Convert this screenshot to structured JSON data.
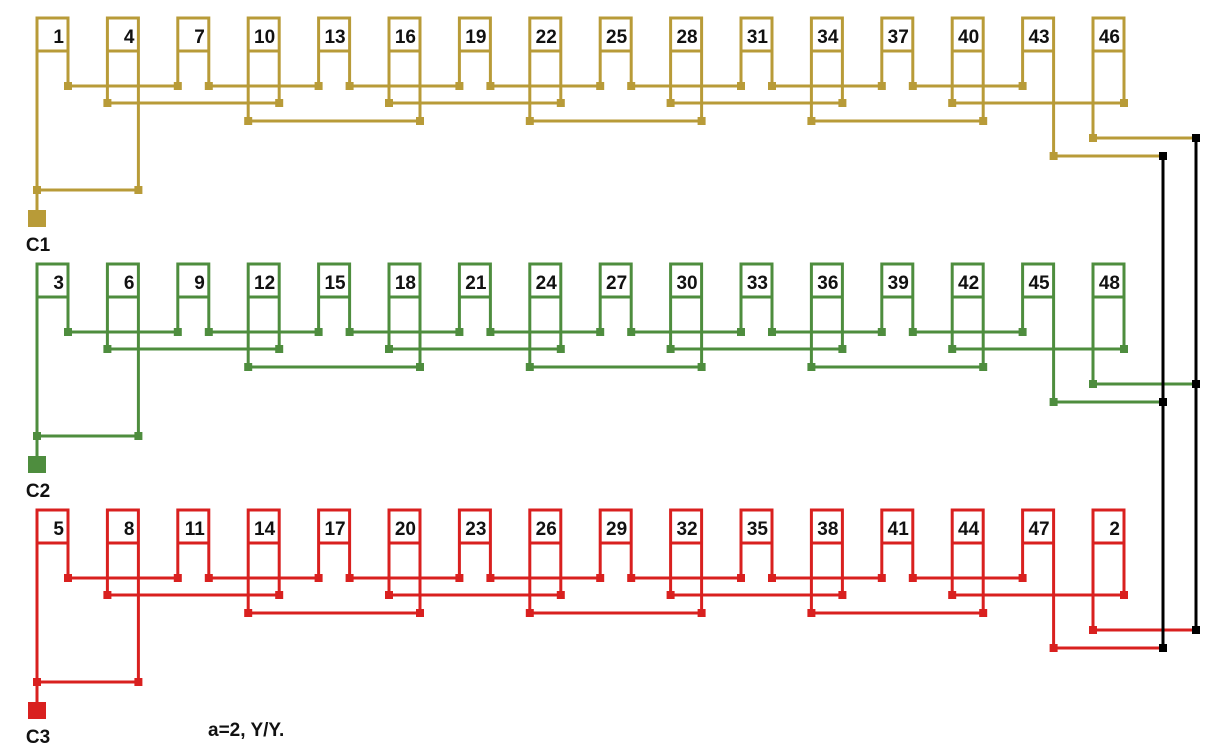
{
  "phases": [
    {
      "name": "C1",
      "color": "#b89b38",
      "coils": [
        "1",
        "4",
        "7",
        "10",
        "13",
        "16",
        "19",
        "22",
        "25",
        "28",
        "31",
        "34",
        "37",
        "40",
        "43",
        "46"
      ]
    },
    {
      "name": "C2",
      "color": "#4e8d3e",
      "coils": [
        "3",
        "6",
        "9",
        "12",
        "15",
        "18",
        "21",
        "24",
        "27",
        "30",
        "33",
        "36",
        "39",
        "42",
        "45",
        "48"
      ]
    },
    {
      "name": "C3",
      "color": "#d9201f",
      "coils": [
        "5",
        "8",
        "11",
        "14",
        "17",
        "20",
        "23",
        "26",
        "29",
        "32",
        "35",
        "38",
        "41",
        "44",
        "47",
        "2"
      ]
    }
  ],
  "neutral_color": "#000000",
  "note": "a=2, Y/Y."
}
